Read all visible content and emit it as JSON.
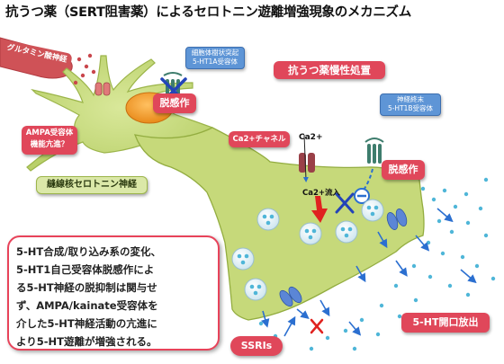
{
  "title": "抗うつ薬（SERT阻害薬）によるセロトニン遊離増強現象のメカニズム",
  "labels": {
    "glutamate": "グルタミン酸神経",
    "desens_soma": "脱感作",
    "ampa_q1": "AMPA受容体",
    "ampa_q2": "機能亢進？",
    "receptor1a_line1": "細胞体樹状突起",
    "receptor1a_line2": "5-HT1A受容体",
    "chronic": "抗うつ薬慢性処置",
    "raphe": "縫線核セロトニン神経",
    "ca_channel": "Ca2+チャネル",
    "ca_ion": "Ca2+",
    "ca_influx": "Ca2+流入",
    "receptor1b_line1": "神経終末",
    "receptor1b_line2": "5-HT1B受容体",
    "desens_terminal": "脱感作",
    "release": "5-HT開口放出",
    "ssri": "SSRIs"
  },
  "note_lines": [
    "5-HT合成/取り込み系の変化、",
    "5-HT1自己受容体脱感作によ",
    "る5-HT神経の脱抑制は関与せ",
    "ず、AMPA/kainate受容体を",
    "介した5-HT神経活動の亢進に",
    "より5-HT遊離が増強される。"
  ],
  "colors": {
    "neuron_fill": "#c9dc7e",
    "neuron_edge": "#95b040",
    "callout_red": "#e0475a",
    "blue_box": "#5e95d6",
    "glutamate_red": "#d25a5e",
    "vesicle": "#4fb6d8"
  }
}
